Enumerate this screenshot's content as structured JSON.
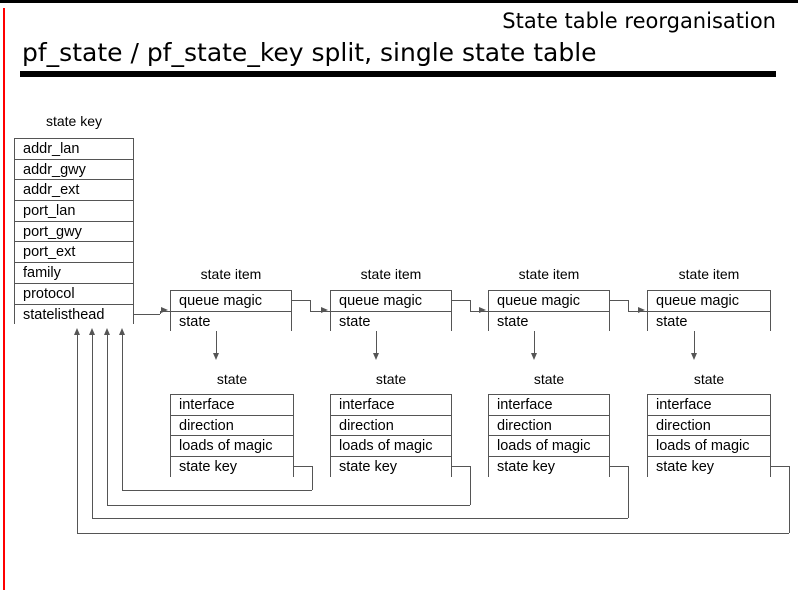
{
  "slide": {
    "kicker": "State table reorganisation",
    "title": "pf_state / pf_state_key split, single state table",
    "accent_color": "#ff0000",
    "line_color": "#555555",
    "text_color": "#000000"
  },
  "state_key": {
    "caption": "state key",
    "fields": [
      "addr_lan",
      "addr_gwy",
      "addr_ext",
      "port_lan",
      "port_gwy",
      "port_ext",
      "family",
      "protocol",
      "statelisthead"
    ]
  },
  "state_item": {
    "caption": "state item",
    "fields": [
      "queue magic",
      "state"
    ],
    "count": 4
  },
  "state": {
    "caption": "state",
    "fields": [
      "interface",
      "direction",
      "loads of magic",
      "state key"
    ],
    "count": 4
  },
  "columns": [
    {
      "item_caption": "state item",
      "state_caption": "state"
    },
    {
      "item_caption": "state item",
      "state_caption": "state"
    },
    {
      "item_caption": "state item",
      "state_caption": "state"
    },
    {
      "item_caption": "state item",
      "state_caption": "state"
    }
  ]
}
